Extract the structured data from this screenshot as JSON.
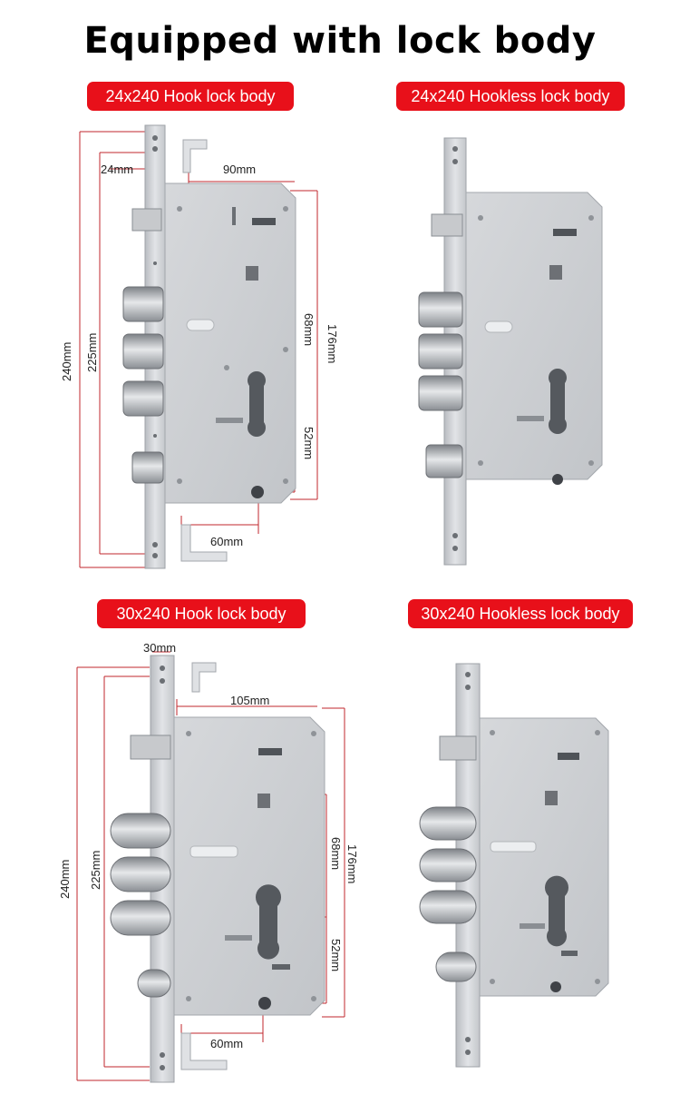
{
  "title": "Equipped with lock body",
  "labels": {
    "tl": "24x240 Hook lock body",
    "tr": "24x240 Hookless lock body",
    "bl": "30x240 Hook lock body",
    "br": "30x240 Hookless lock body"
  },
  "dims_top": {
    "w24": "24mm",
    "w90": "90mm",
    "h240": "240mm",
    "h225": "225mm",
    "h176": "176mm",
    "h68": "68mm",
    "h52": "52mm",
    "w60": "60mm"
  },
  "dims_bottom": {
    "w30": "30mm",
    "w105": "105mm",
    "h240": "240mm",
    "h225": "225mm",
    "h176": "176mm",
    "h68": "68mm",
    "h52": "52mm",
    "w60": "60mm"
  },
  "colors": {
    "accent": "#e8101a",
    "dimension_line": "#c0272d",
    "steel": "#c9cbcf"
  }
}
